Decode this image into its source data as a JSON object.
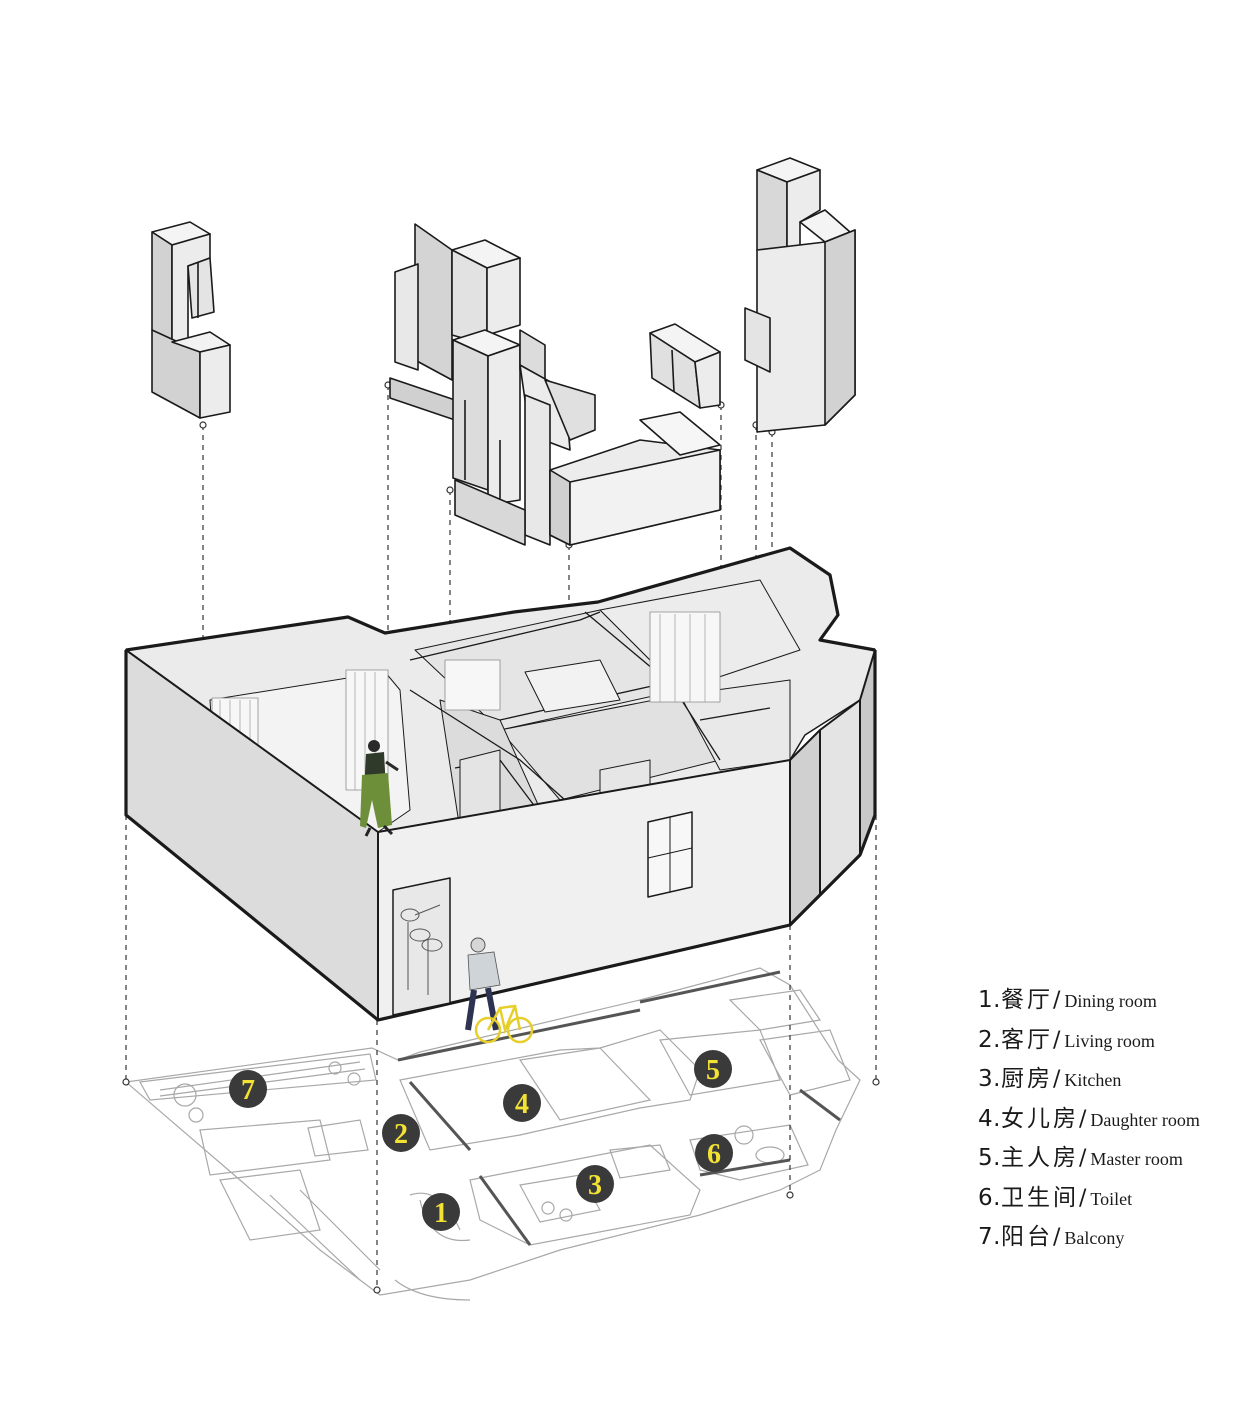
{
  "legend": {
    "items": [
      {
        "num": "1.",
        "zh": "餐厅",
        "en": "Dining room"
      },
      {
        "num": "2.",
        "zh": "客厅",
        "en": "Living room"
      },
      {
        "num": "3.",
        "zh": "厨房",
        "en": "Kitchen"
      },
      {
        "num": "4.",
        "zh": "女儿房",
        "en": "Daughter room"
      },
      {
        "num": "5.",
        "zh": "主人房",
        "en": "Master room"
      },
      {
        "num": "6.",
        "zh": "卫生间",
        "en": "Toilet"
      },
      {
        "num": "7.",
        "zh": "阳台",
        "en": "Balcony"
      }
    ]
  },
  "markers": [
    "1",
    "2",
    "3",
    "4",
    "5",
    "6",
    "7"
  ],
  "colors": {
    "line": "#1a1a1a",
    "wall_light": "#ededed",
    "wall_shade": "#d6d6d6",
    "floor_line": "#9a9a9a",
    "marker_fill": "#3a3a3a",
    "marker_text": "#f2e234",
    "bicycle": "#e6cf2a",
    "person_green": "#6e8f3a"
  }
}
